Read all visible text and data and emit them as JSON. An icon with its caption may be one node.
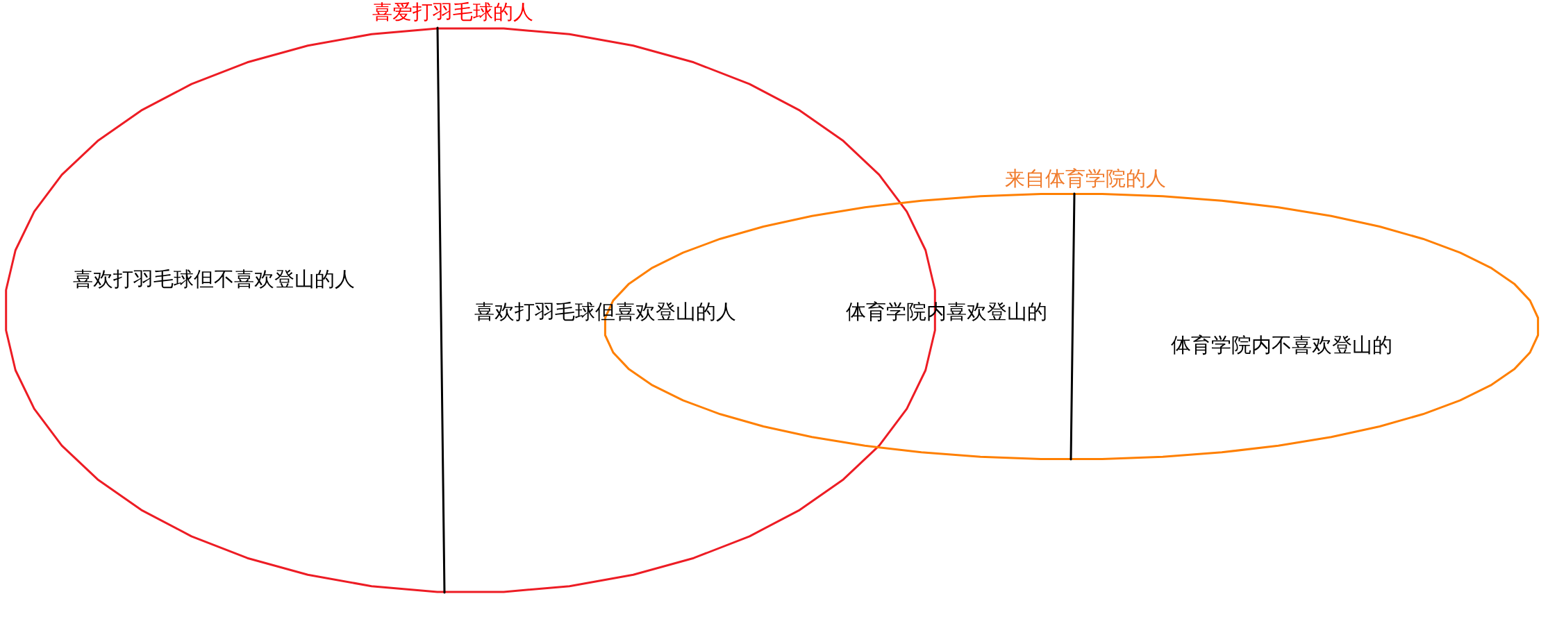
{
  "diagram": {
    "nodes": [
      {
        "text": [
          "喜爱打羽毛球的人"
        ]
      },
      {
        "text": [
          "来自体育学院的人"
        ]
      }
    ],
    "labels": [
      "喜欢打羽毛球但不喜欢登山的人",
      "喜欢打羽毛球但喜欢登山的人",
      "体育学院内喜欢登山的",
      "体育学院内不喜欢登山的"
    ]
  }
}
